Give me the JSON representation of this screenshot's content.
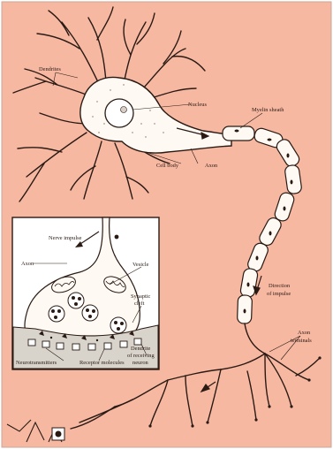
{
  "labels": {
    "dendrites": "Dendrites",
    "nucleus": "Nucleus",
    "myelin_sheath": "Myelin sheath",
    "cell_body": "Cell body",
    "axon": "Axon",
    "nerve_impulse": "Nerve impulse",
    "inset_axon": "Axon",
    "vesicle": "Vesicle",
    "synaptic_cleft_1": "Synaptic",
    "synaptic_cleft_2": "cleft",
    "direction_1": "Direction",
    "direction_2": "of impulse",
    "axon_terminals_1": "Axon",
    "axon_terminals_2": "terminals",
    "dendrite_receiving_1": "Dendrite",
    "dendrite_receiving_2": "of receiving",
    "dendrite_receiving_3": "neuron",
    "neurotransmitters": "Neurotransmitters",
    "receptor_molecules": "Receptor molecules"
  },
  "colors": {
    "background": "#f7b8a2",
    "cell": "#fefaf3",
    "ink": "#2a1a14",
    "inset_bg": "#ffffff",
    "postsynaptic": "#d8d4cc"
  }
}
